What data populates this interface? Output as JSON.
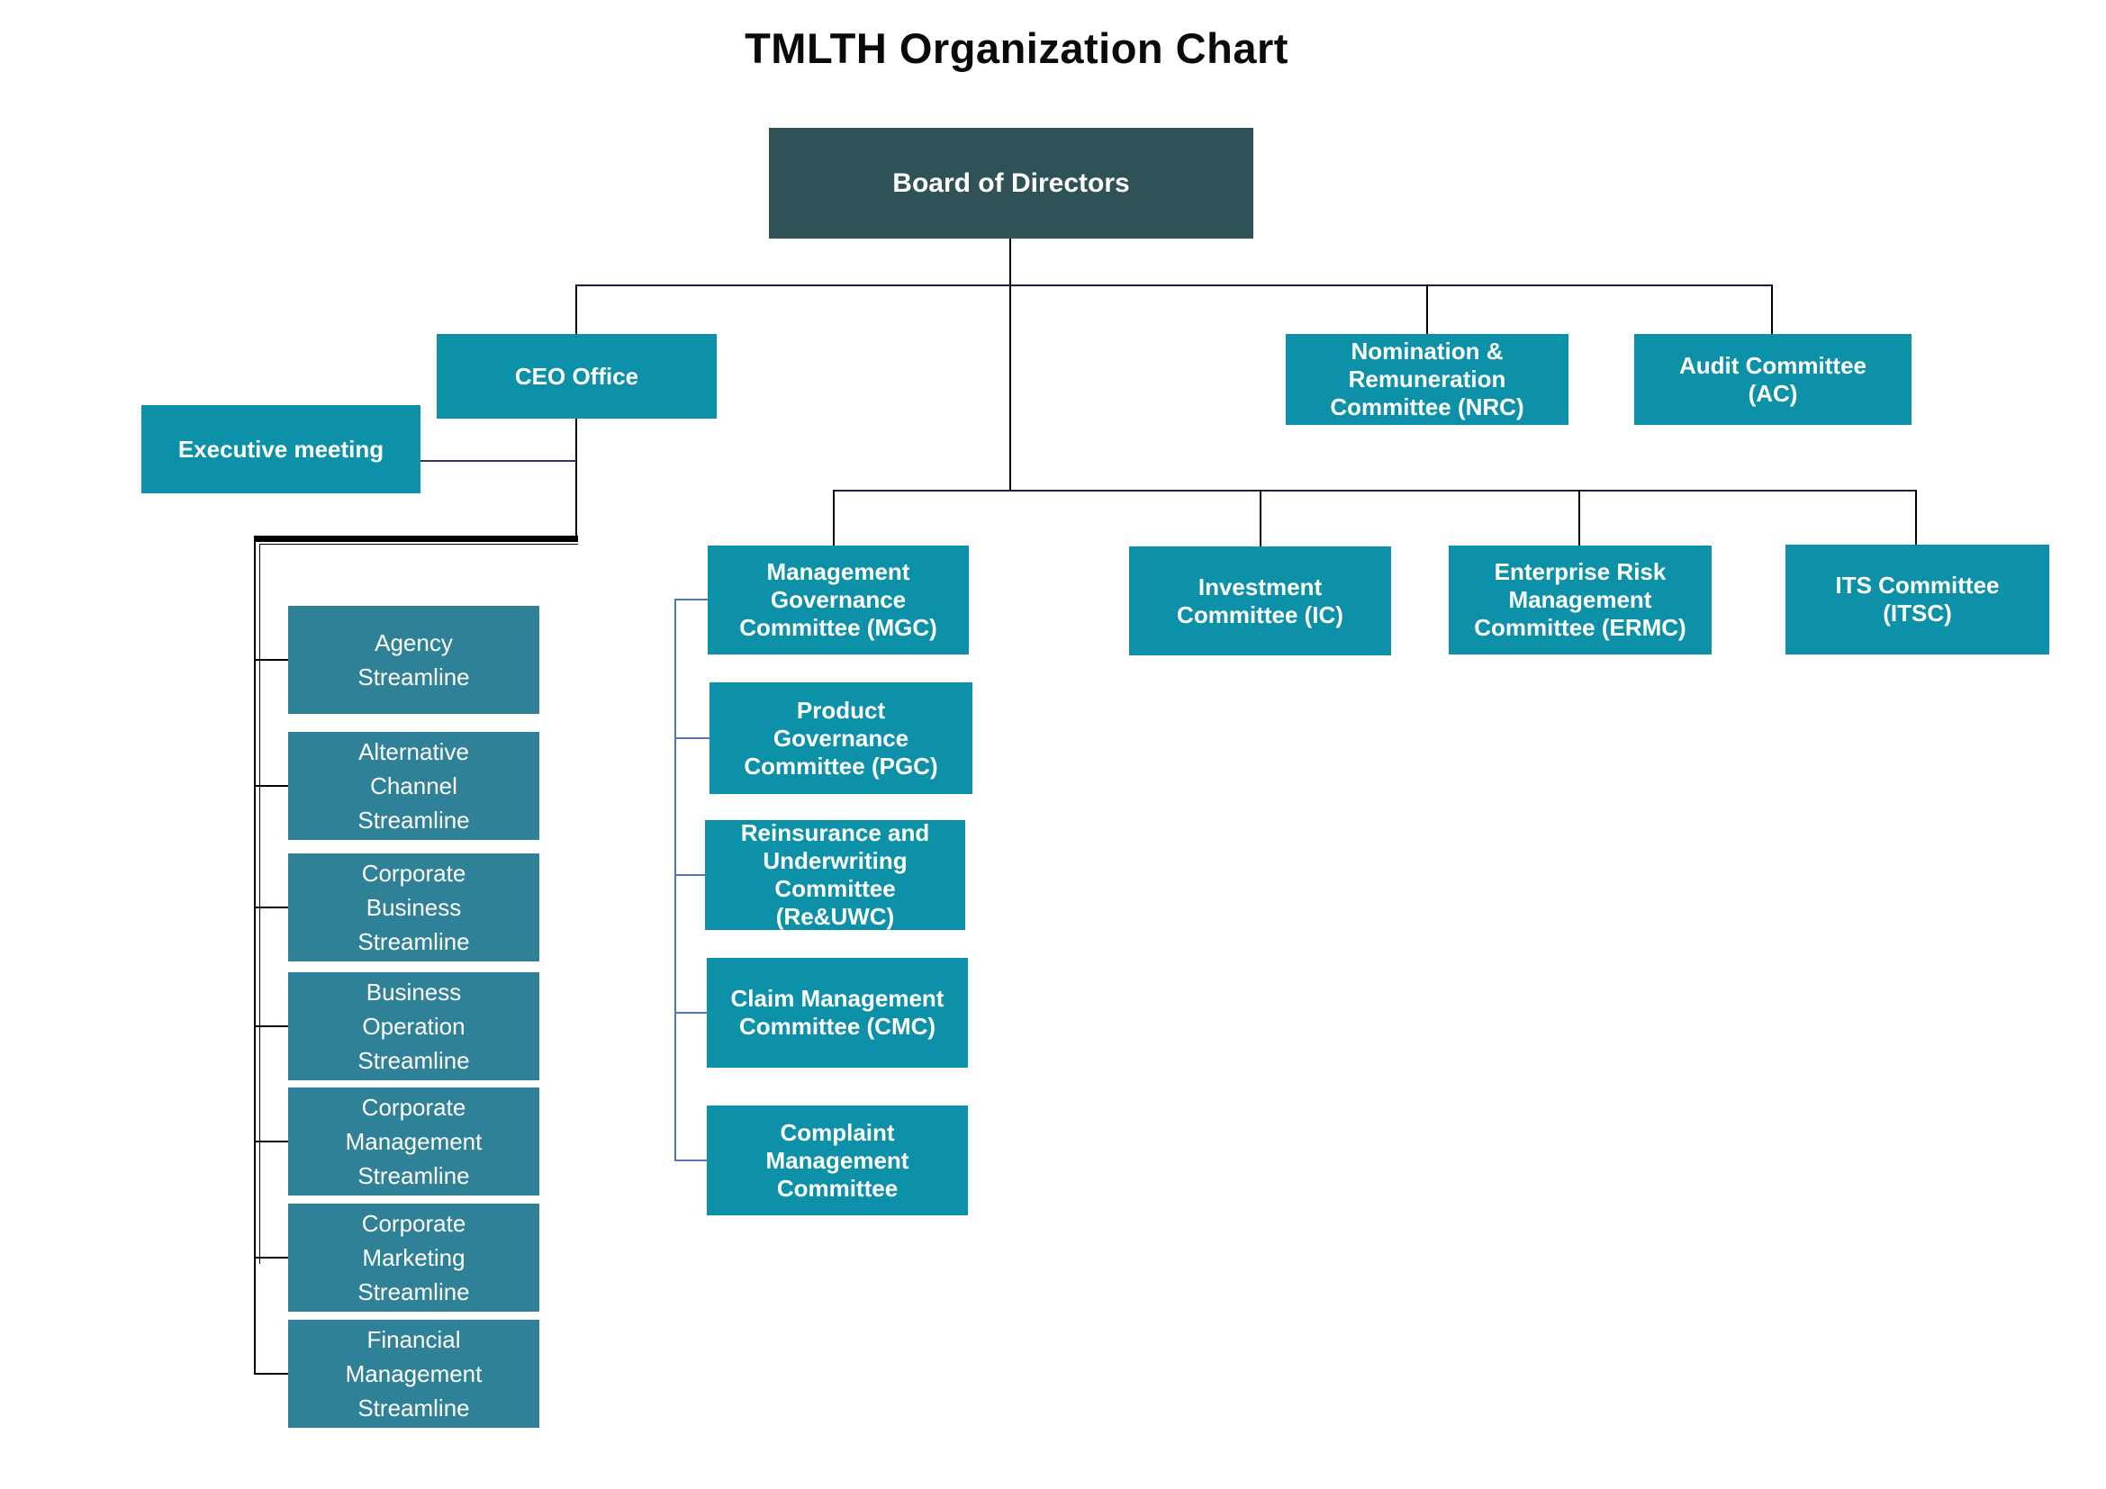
{
  "title": "TMLTH Organization Chart",
  "palette": {
    "board_fill": "#2F5257",
    "committee_fill": "#0C91A8",
    "streamline_fill": "#2F8198",
    "connector_black": "#000000",
    "connector_navy": "#33335C",
    "connector_blue": "#5377B8",
    "text_color": "#FFFFFF",
    "title_color": "#0A0A0A"
  },
  "nodes": {
    "board": {
      "label": "Board of Directors"
    },
    "ceo_office": {
      "label": "CEO Office"
    },
    "executive_meeting": {
      "label": "Executive meeting"
    },
    "nrc": {
      "label": "Nomination &\nRemuneration\nCommittee (NRC)"
    },
    "audit": {
      "label": "Audit Committee\n(AC)"
    },
    "mgc": {
      "label": "Management\nGovernance\nCommittee (MGC)"
    },
    "pgc": {
      "label": "Product\nGovernance\nCommittee (PGC)"
    },
    "reuwc": {
      "label": "Reinsurance and\nUnderwriting\nCommittee\n(Re&UWC)"
    },
    "cmc": {
      "label": "Claim Management\nCommittee (CMC)"
    },
    "complaint": {
      "label": "Complaint\nManagement\nCommittee"
    },
    "ic": {
      "label": "Investment\nCommittee (IC)"
    },
    "ermc": {
      "label": "Enterprise Risk\nManagement\nCommittee (ERMC)"
    },
    "itsc": {
      "label": "ITS Committee\n(ITSC)"
    },
    "streamlines": [
      {
        "label": "Agency\nStreamline"
      },
      {
        "label": "Alternative\nChannel\nStreamline"
      },
      {
        "label": "Corporate\nBusiness\nStreamline"
      },
      {
        "label": "Business\nOperation\nStreamline"
      },
      {
        "label": "Corporate\nManagement\nStreamline"
      },
      {
        "label": "Corporate\nMarketing\nStreamline"
      },
      {
        "label": "Financial\nManagement\nStreamline"
      }
    ]
  },
  "edges": [
    {
      "from": "Board of Directors",
      "to": "CEO Office"
    },
    {
      "from": "Board of Directors",
      "to": "Nomination & Remuneration Committee (NRC)"
    },
    {
      "from": "Board of Directors",
      "to": "Audit Committee (AC)"
    },
    {
      "from": "Board of Directors",
      "to": "Management Governance Committee (MGC)"
    },
    {
      "from": "Board of Directors",
      "to": "Investment Committee (IC)"
    },
    {
      "from": "Board of Directors",
      "to": "Enterprise Risk Management Committee (ERMC)"
    },
    {
      "from": "Board of Directors",
      "to": "ITS Committee (ITSC)"
    },
    {
      "from": "CEO Office",
      "to": "Executive meeting"
    },
    {
      "from": "CEO Office",
      "to": "Agency Streamline"
    },
    {
      "from": "CEO Office",
      "to": "Alternative Channel Streamline"
    },
    {
      "from": "CEO Office",
      "to": "Corporate Business Streamline"
    },
    {
      "from": "CEO Office",
      "to": "Business Operation Streamline"
    },
    {
      "from": "CEO Office",
      "to": "Corporate Management Streamline"
    },
    {
      "from": "CEO Office",
      "to": "Corporate Marketing Streamline"
    },
    {
      "from": "CEO Office",
      "to": "Financial Management Streamline"
    },
    {
      "from": "Management Governance Committee (MGC)",
      "to": "Product Governance Committee (PGC)"
    },
    {
      "from": "Management Governance Committee (MGC)",
      "to": "Reinsurance and Underwriting Committee (Re&UWC)"
    },
    {
      "from": "Management Governance Committee (MGC)",
      "to": "Claim Management Committee (CMC)"
    },
    {
      "from": "Management Governance Committee (MGC)",
      "to": "Complaint Management Committee"
    }
  ]
}
